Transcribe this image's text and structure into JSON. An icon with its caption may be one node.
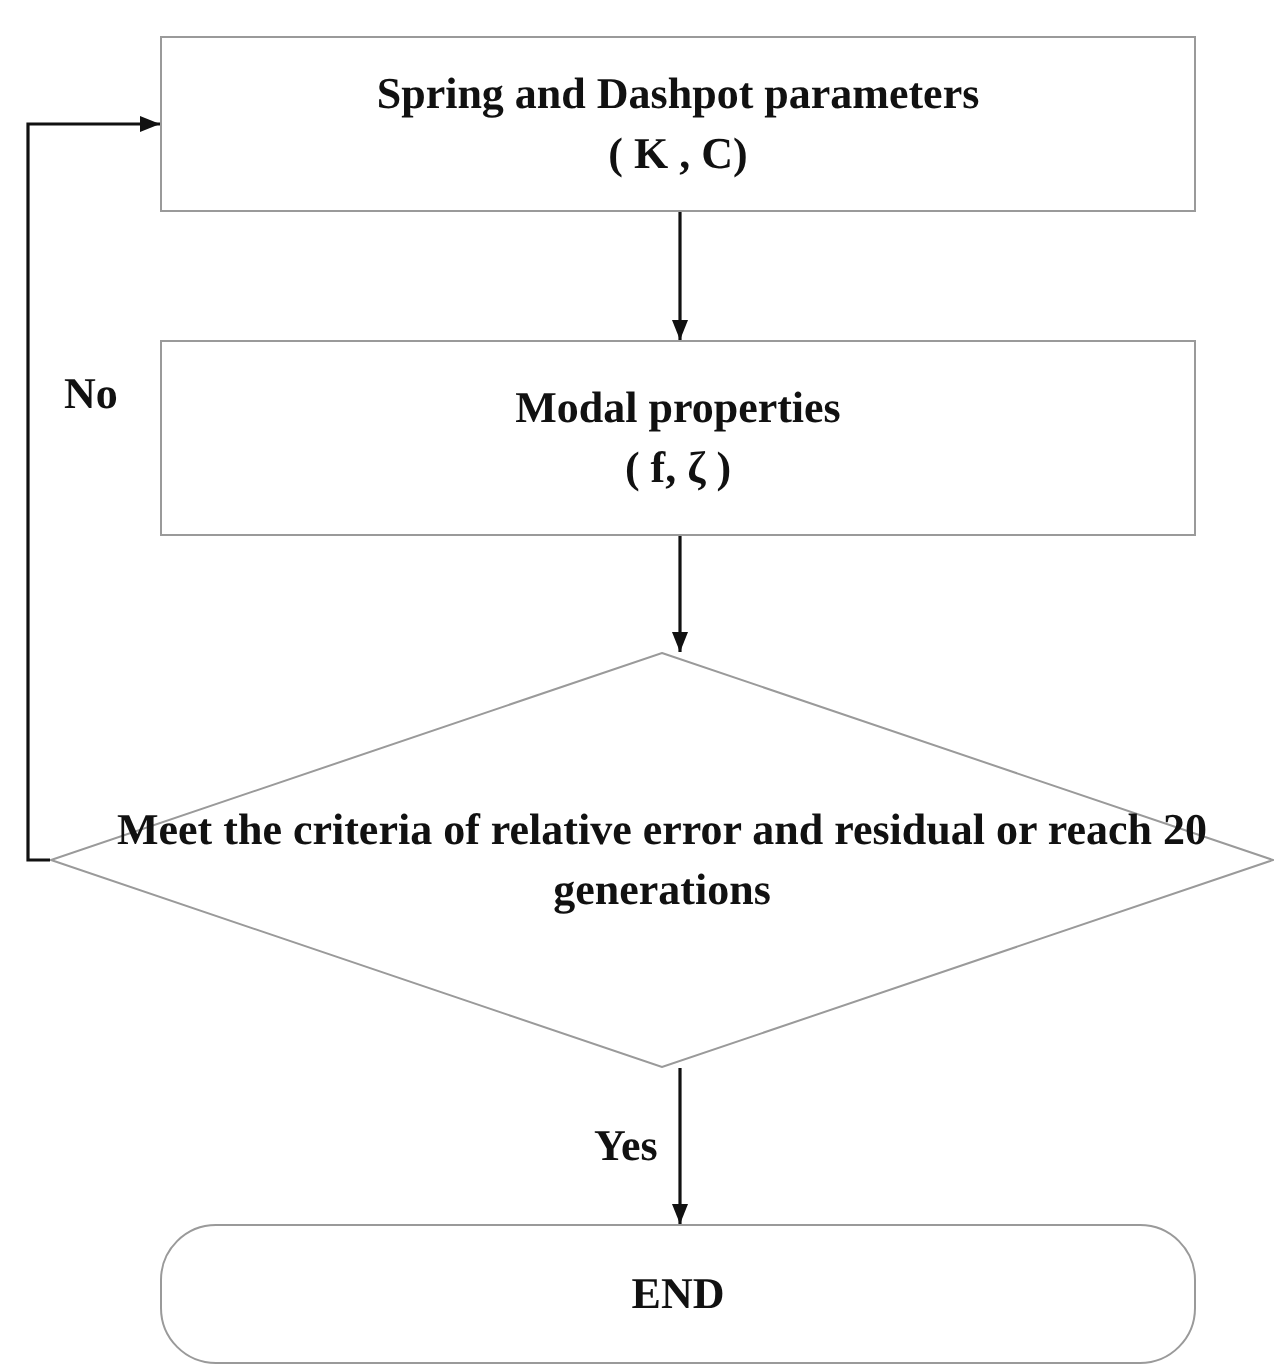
{
  "diagram": {
    "nodes": [
      {
        "text": [
          "Spring and Dashpot parameters",
          "( K , C)"
        ]
      },
      {
        "text": [
          "Modal properties",
          "( f,  ζ )"
        ]
      },
      {
        "text": [
          "Meet the criteria of relative error and residual or reach 20 generations"
        ]
      },
      {
        "text": [
          "END"
        ]
      }
    ],
    "edges": [
      {
        "from": 0,
        "to": 1,
        "arrow": "to"
      },
      {
        "from": 1,
        "to": 2,
        "arrow": "to"
      },
      {
        "from": 2,
        "to": 3,
        "arrow": "to",
        "label": "Yes"
      },
      {
        "from": 2,
        "to": 0,
        "arrow": "to",
        "label": "No"
      }
    ]
  }
}
